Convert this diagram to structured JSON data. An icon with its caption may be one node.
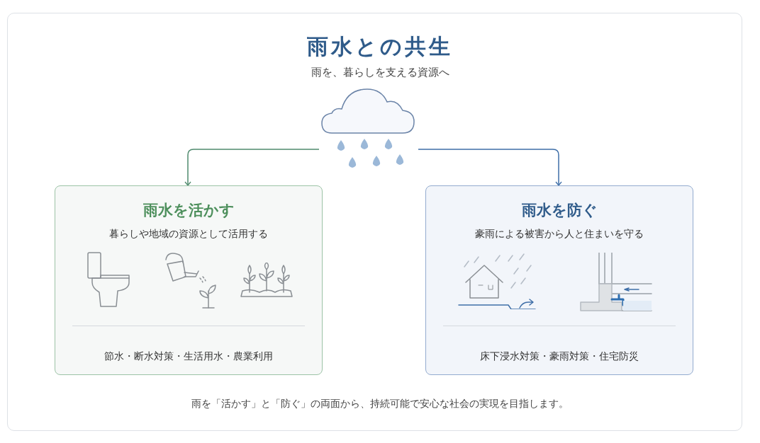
{
  "diagram": {
    "title": "雨水との共生",
    "caption": "雨を「活かす」と「防ぐ」の両面から、持続可能で安心な社会の実現を目指します。",
    "nodes": [
      {
        "text": [],
        "shape": "cloud"
      },
      {
        "text": [
          "雨水を活かす",
          "暮らしや地域の資源として活用する",
          "節水・断水対策・生活用水・農業利用"
        ]
      },
      {
        "text": [
          "雨水を防ぐ",
          "豪雨による被害から人と住まいを守る",
          "床下浸水対策・豪雨対策・住宅防災"
        ]
      }
    ],
    "edges": [
      {
        "from": 0,
        "to": 1,
        "arrow": "to",
        "color": "#4f8a6e"
      },
      {
        "from": 0,
        "to": 2,
        "arrow": "to",
        "color": "#3f6fa8"
      }
    ],
    "labels": [
      "雨を、暮らしを支える資源へ"
    ]
  }
}
